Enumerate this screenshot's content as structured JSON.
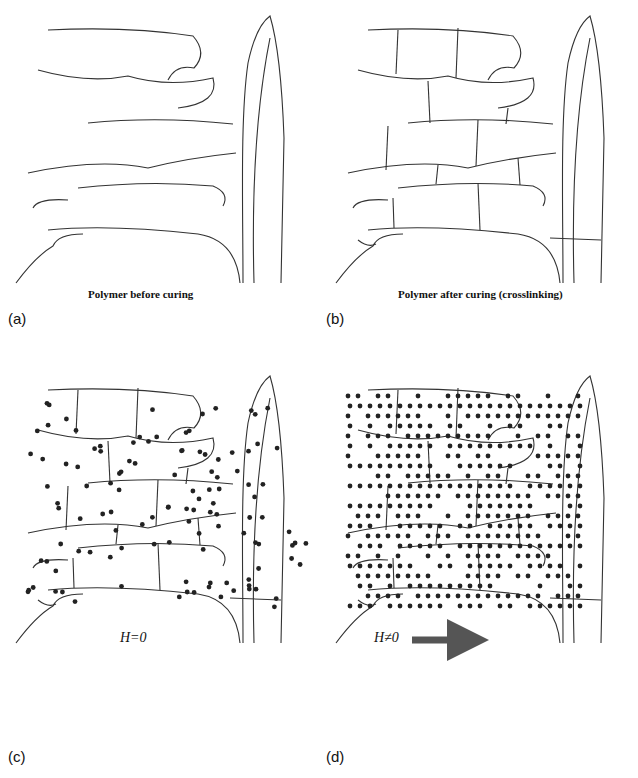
{
  "diagram": {
    "labels": [
      "Polymer before curing",
      "Polymer after curing (crosslinking)",
      "(a)",
      "(b)",
      "(c)",
      "(d)",
      "H=0",
      "H≠0"
    ]
  }
}
